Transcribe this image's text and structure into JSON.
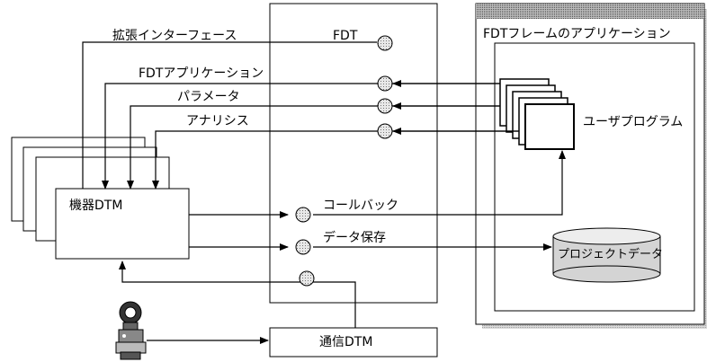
{
  "diagram": {
    "interfaces": {
      "extension": "拡張インターフェース",
      "fdt": "FDT",
      "fdt_application": "FDTアプリケーション",
      "parameter": "パラメータ",
      "analysis": "アナリシス",
      "callback": "コールバック",
      "data_save": "データ保存"
    },
    "components": {
      "device_dtm": "機器DTM",
      "comm_dtm": "通信DTM",
      "frame_app": "FDTフレームのアプリケーション",
      "user_program": "ユーザプログラム",
      "project_data": "プロジェクトデータ"
    },
    "colors": {
      "line": "#000000",
      "port_fill": "#d0d0d0",
      "frame_header": "#b8b8b8",
      "frame_shadow": "#c8c8c8"
    },
    "icons": [
      "field-device-icon"
    ]
  }
}
